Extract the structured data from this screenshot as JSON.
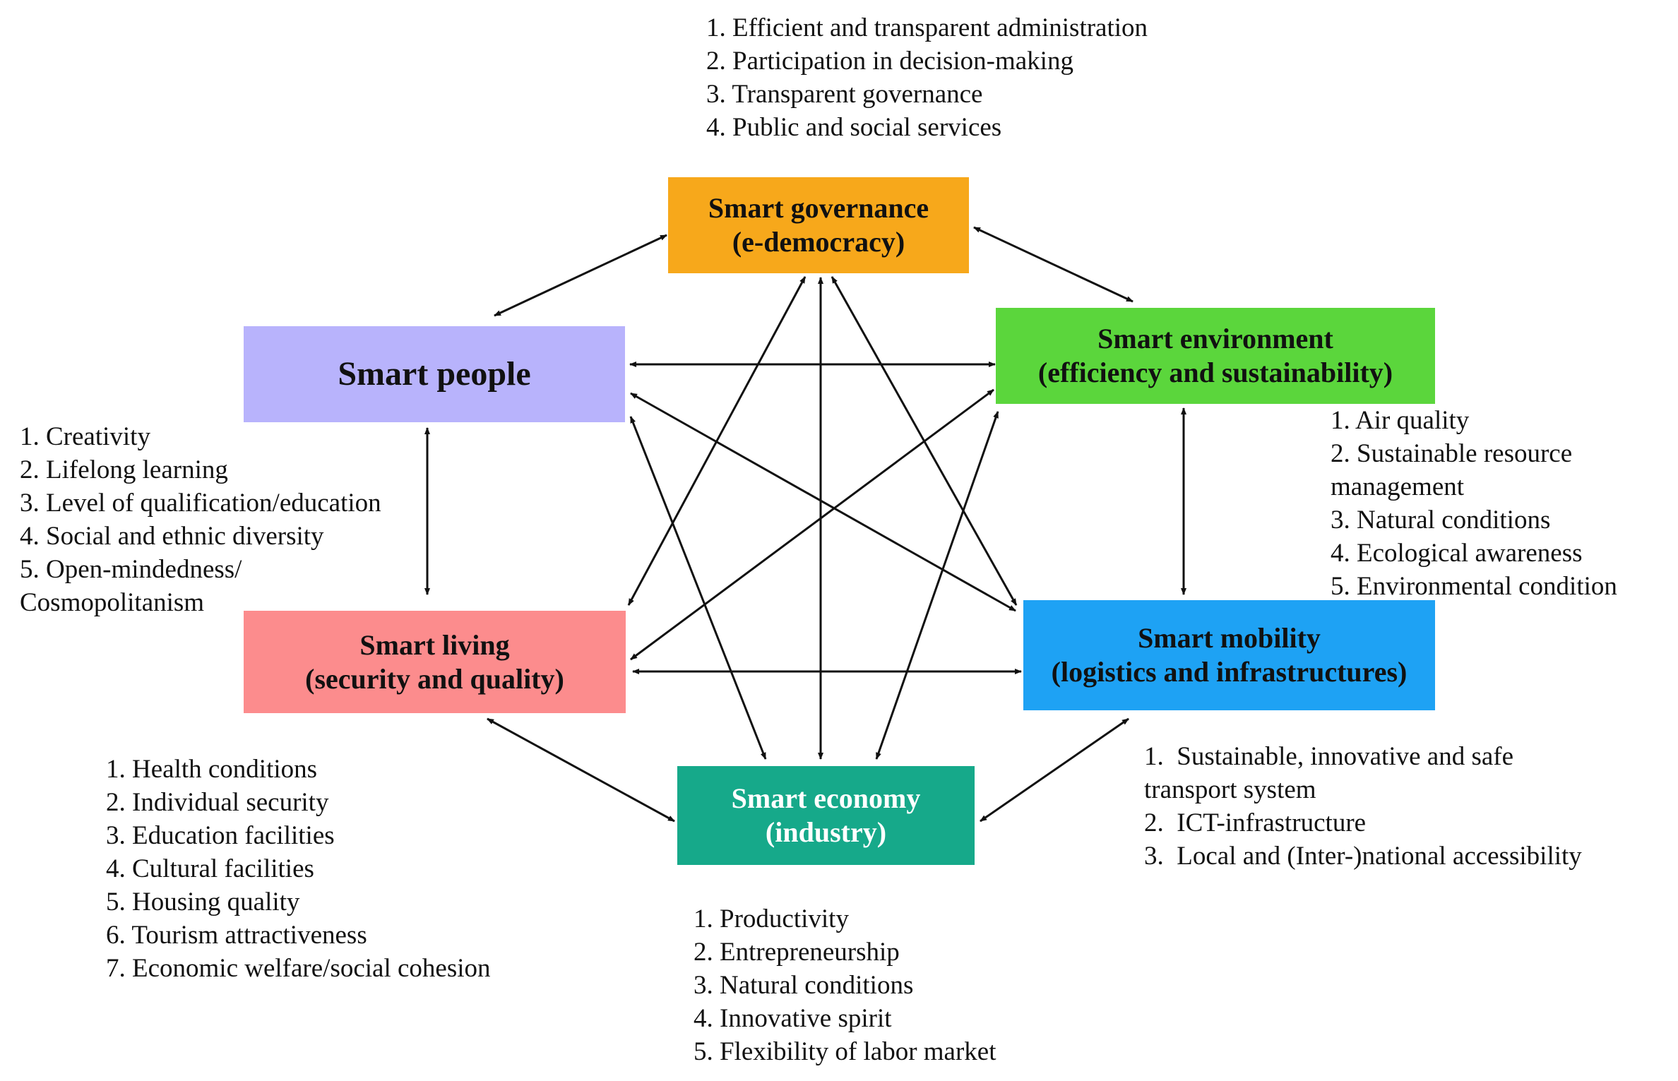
{
  "colors": {
    "governance": "#F7A81B",
    "people": "#B8B3FC",
    "environment": "#5BD63C",
    "living": "#FC8C8D",
    "mobility": "#1EA2F4",
    "economy": "#16A98A",
    "arrow": "#111111"
  },
  "nodes": {
    "governance": {
      "title": "Smart governance",
      "subtitle": "(e-democracy)"
    },
    "people": {
      "title": "Smart people"
    },
    "environment": {
      "title": "Smart environment",
      "subtitle": "(efficiency and sustainability)"
    },
    "living": {
      "title": "Smart living",
      "subtitle": "(security and quality)"
    },
    "mobility": {
      "title": "Smart mobility",
      "subtitle": "(logistics and infrastructures)"
    },
    "economy": {
      "title": "Smart economy",
      "subtitle": "(industry)"
    }
  },
  "lists": {
    "governance": [
      "1. Efficient and transparent administration",
      "2. Participation in decision-making",
      "3. Transparent governance",
      "4. Public and social services"
    ],
    "people": [
      "1. Creativity",
      "2. Lifelong learning",
      "3. Level of qualification/education",
      "4. Social and ethnic diversity",
      "5. Open-mindedness/",
      "Cosmopolitanism"
    ],
    "environment": [
      "1. Air quality",
      "2. Sustainable resource",
      "management",
      "3. Natural conditions",
      "4. Ecological awareness",
      "5. Environmental condition"
    ],
    "living": [
      "1. Health conditions",
      "2. Individual security",
      "3. Education facilities",
      "4. Cultural facilities",
      "5. Housing quality",
      "6. Tourism attractiveness",
      "7. Economic welfare/social cohesion"
    ],
    "mobility": [
      "1.  Sustainable, innovative and safe",
      "transport system",
      "2.  ICT-infrastructure",
      "3.  Local and (Inter-)national accessibility"
    ],
    "economy": [
      "1. Productivity",
      "2. Entrepreneurship",
      "3. Natural conditions",
      "4. Innovative spirit",
      "5. Flexibility of labor market"
    ]
  },
  "links": [
    [
      "governance",
      "people"
    ],
    [
      "governance",
      "environment"
    ],
    [
      "governance",
      "living"
    ],
    [
      "governance",
      "economy"
    ],
    [
      "governance",
      "mobility"
    ],
    [
      "people",
      "environment"
    ],
    [
      "people",
      "living"
    ],
    [
      "people",
      "mobility"
    ],
    [
      "people",
      "economy"
    ],
    [
      "environment",
      "living"
    ],
    [
      "environment",
      "mobility"
    ],
    [
      "environment",
      "economy"
    ],
    [
      "living",
      "mobility"
    ],
    [
      "living",
      "economy"
    ],
    [
      "mobility",
      "economy"
    ]
  ]
}
